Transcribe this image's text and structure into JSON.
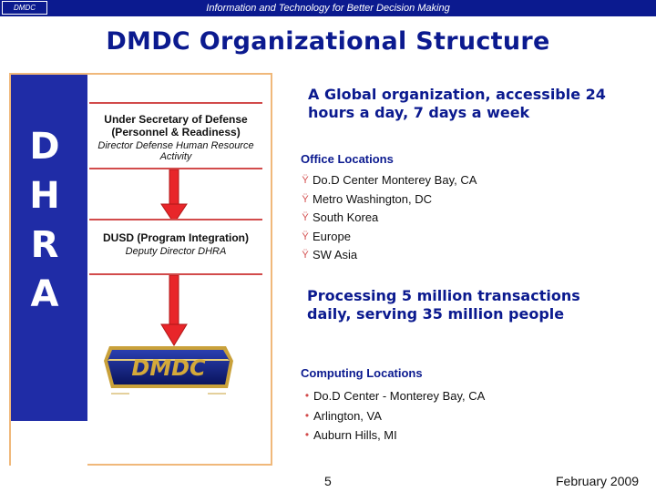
{
  "header": {
    "logo_text": "DMDC",
    "tagline": "Information and Technology for Better Decision Making"
  },
  "slide": {
    "title": "DMDC Organizational Structure"
  },
  "org_panel": {
    "letters": [
      "D",
      "H",
      "R",
      "A"
    ],
    "box1": {
      "title": "Under Secretary of Defense (Personnel & Readiness)",
      "subtitle": "Director Defense Human Resource Activity"
    },
    "box2": {
      "title": "DUSD (Program Integration)",
      "subtitle": "Deputy Director DHRA"
    },
    "logo_text": "DMDC"
  },
  "headline": "A Global organization, accessible 24 hours a day, 7 days a week",
  "offices": {
    "title": "Office Locations",
    "items": [
      "Do.D Center Monterey Bay, CA",
      "Metro Washington, DC",
      "South Korea",
      "Europe",
      "SW Asia"
    ]
  },
  "processing": "Processing 5 million transactions daily, serving 35 million people",
  "computing": {
    "title": "Computing Locations",
    "items": [
      "Do.D Center - Monterey Bay, CA",
      "Arlington, VA",
      "Auburn Hills, MI"
    ]
  },
  "footer": {
    "page_number": "5",
    "date": "February 2009"
  },
  "colors": {
    "navy": "#0b1a8f",
    "strip_blue": "#1f2ca6",
    "accent_red": "#d24b4b",
    "panel_border": "#f0b87a",
    "gold": "#d4a93a"
  }
}
